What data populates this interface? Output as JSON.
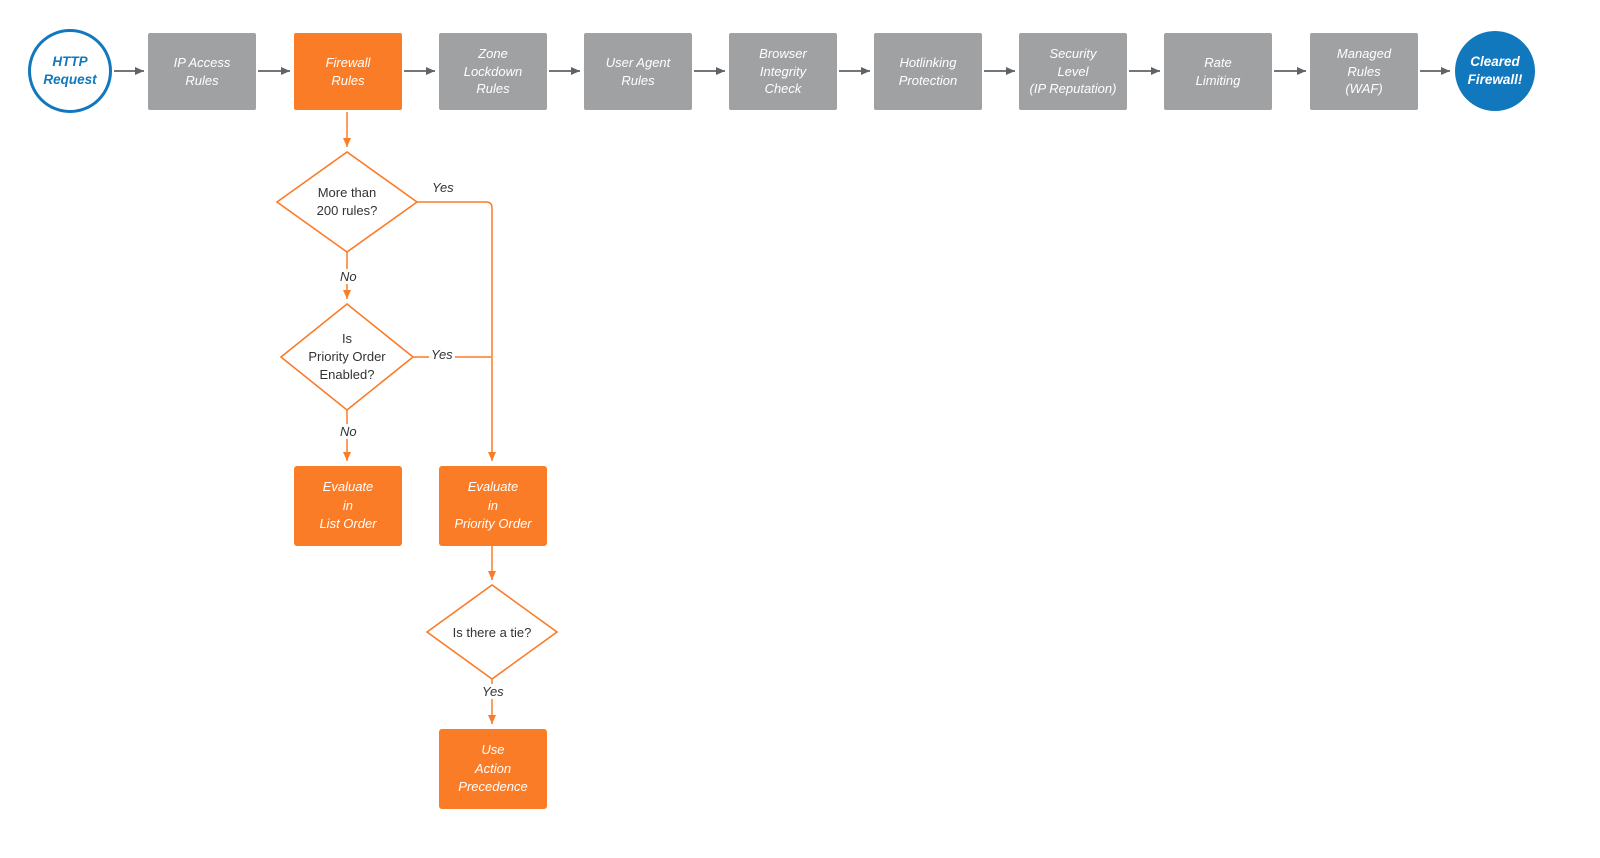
{
  "colors": {
    "gray_step": "#9fa1a3",
    "orange": "#fb7c27",
    "blue": "#1278bd",
    "arrow_gray": "#5f6368",
    "text_dark": "#333333"
  },
  "start_node": {
    "label": "HTTP\nRequest"
  },
  "end_node": {
    "label": "Cleared\nFirewall!"
  },
  "pipeline": [
    {
      "label": "IP Access\nRules",
      "highlight": false
    },
    {
      "label": "Firewall\nRules",
      "highlight": true
    },
    {
      "label": "Zone\nLockdown\nRules",
      "highlight": false
    },
    {
      "label": "User Agent\nRules",
      "highlight": false
    },
    {
      "label": "Browser\nIntegrity\nCheck",
      "highlight": false
    },
    {
      "label": "Hotlinking\nProtection",
      "highlight": false
    },
    {
      "label": "Security\nLevel\n(IP Reputation)",
      "highlight": false
    },
    {
      "label": "Rate\nLimiting",
      "highlight": false
    },
    {
      "label": "Managed\nRules\n(WAF)",
      "highlight": false
    }
  ],
  "decisions": {
    "rules_count": {
      "label": "More than\n200 rules?",
      "yes": "Yes",
      "no": "No"
    },
    "priority_enabled": {
      "label": "Is\nPriority Order\nEnabled?",
      "yes": "Yes",
      "no": "No"
    },
    "tie": {
      "label": "Is there a tie?",
      "yes": "Yes"
    }
  },
  "actions": {
    "list_order": {
      "label": "Evaluate\nin\nList Order"
    },
    "priority_order": {
      "label": "Evaluate\nin\nPriority Order"
    },
    "action_precedence": {
      "label": "Use\nAction\nPrecedence"
    }
  }
}
